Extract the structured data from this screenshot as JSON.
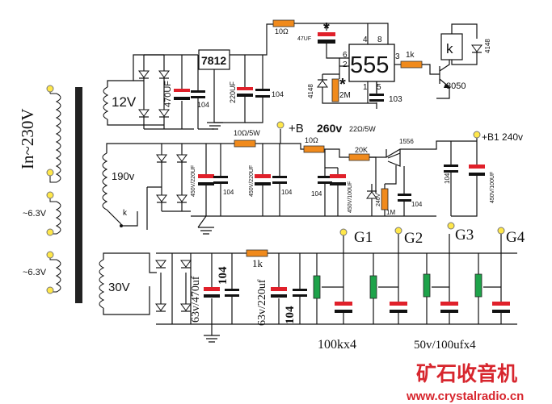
{
  "labels": {
    "in_230v": "In~230V",
    "sec_12v": "12V",
    "sec_190v": "190v",
    "sec_6v3_a": "~6.3V",
    "sec_6v3_b": "~6.3V",
    "sec_30v": "30V",
    "switch_k": "k",
    "c_470uf": "470UF",
    "c_104_a": "104",
    "reg_7812": "7812",
    "c_220uf": "220UF",
    "c_104_b": "104",
    "r_10ohm_top": "10Ω",
    "c_47uf": "47UF",
    "star_a": "*",
    "star_b": "*",
    "ic_555": "555",
    "pin4": "4",
    "pin8": "8",
    "pin6": "6",
    "pin2": "2",
    "pin3": "3",
    "pin1": "1",
    "pin5": "5",
    "d_4148_a": "4148",
    "pot_2m": "2M",
    "c_103": "103",
    "r_1k_top": "1k",
    "relay_k": "k",
    "d_4148_b": "4148",
    "q_8050": "8050",
    "r_10ohm_5w": "10Ω/5W",
    "plus_b": "+B",
    "v_260": "260v",
    "r_22ohm_5w": "22Ω/5W",
    "r_10ohm_mid": "10Ω",
    "r_20k": "20K",
    "q_1556": "1556",
    "plus_b1": "+B1 240v",
    "c_450_220_a": "450V/220UF",
    "c_104_c": "104",
    "c_450_220_b": "450V/220UF",
    "c_104_d": "104",
    "c_104_e": "104",
    "c_450_100_a": "450V/100UF",
    "z_240v": "240V",
    "pot_1m": "1M",
    "c_104_f": "104",
    "c_104_g": "104",
    "c_450_100_b": "450V/100UF",
    "c_63_470": "63v/470uf",
    "c_104_h": "104",
    "r_1k_bot": "1k",
    "c_63_220": "63v/220uf",
    "c_104_i": "104",
    "g1": "G1",
    "g2": "G2",
    "g3": "G3",
    "g4": "G4",
    "pots_100k": "100kx4",
    "caps_50v": "50v/100ufx4",
    "watermark_cn": "矿石收音机",
    "watermark_url": "www.crystalradio.cn"
  },
  "colors": {
    "wire": "#111111",
    "resistor": "#f08a1c",
    "cap_red": "#e0202a",
    "pot_green": "#1ea34a",
    "terminal": "#ffe74a",
    "watermark": "#d7262e"
  }
}
